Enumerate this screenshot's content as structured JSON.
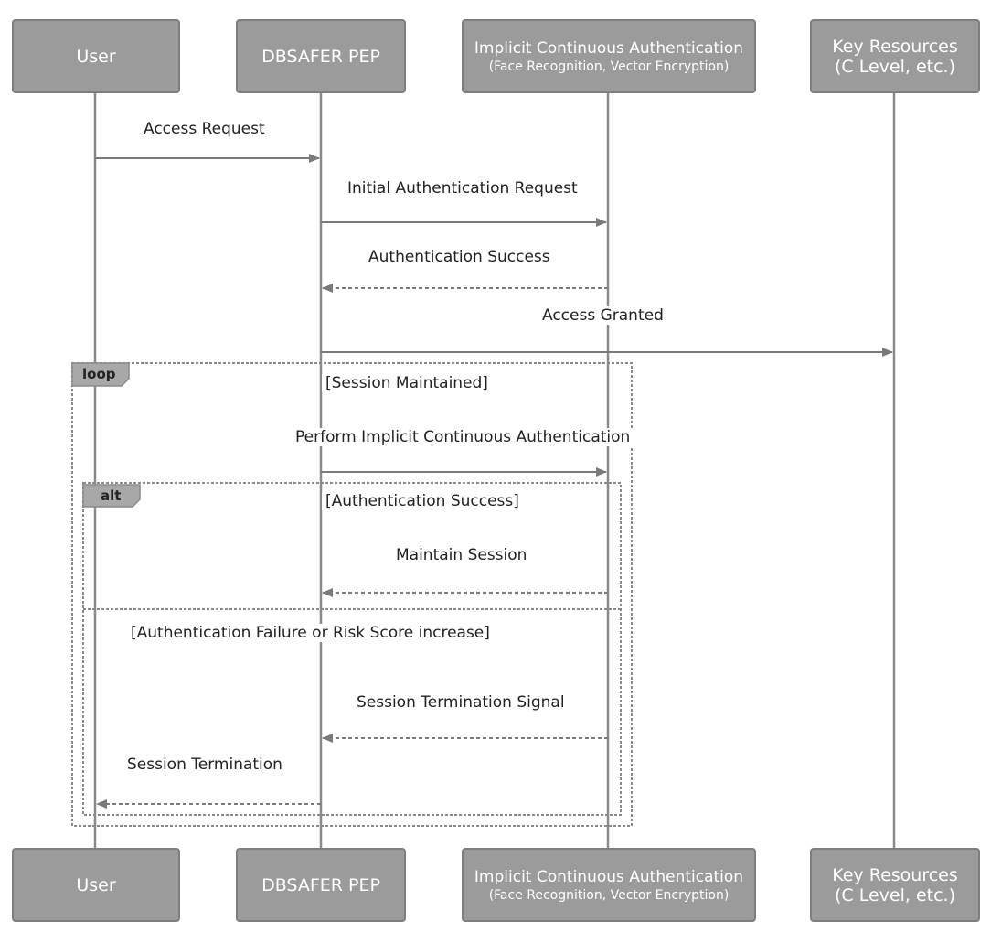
{
  "actors": {
    "user": {
      "title": "User",
      "subtitle": ""
    },
    "pep": {
      "title": "DBSAFER PEP",
      "subtitle": ""
    },
    "ica": {
      "title": "Implicit Continuous Authentication",
      "subtitle": "(Face Recognition, Vector Encryption)"
    },
    "key": {
      "title": "Key Resources",
      "subtitle": "(C Level, etc.)"
    }
  },
  "messages": {
    "access_request": "Access Request",
    "initial_auth_request": "Initial Authentication Request",
    "auth_success": "Authentication Success",
    "access_granted": "Access Granted",
    "perform_ica": "Perform Implicit Continuous Authentication",
    "maintain_session": "Maintain Session",
    "session_termination_signal": "Session Termination Signal",
    "session_termination": "Session Termination"
  },
  "frames": {
    "loop": {
      "tag": "loop",
      "guard": "[Session Maintained]"
    },
    "alt": {
      "tag": "alt",
      "guard_success": "[Authentication Success]",
      "guard_failure": "[Authentication Failure or Risk Score increase]"
    }
  },
  "colors": {
    "lifeline": "#8a8a8a",
    "actor_fill": "#9b9b9b",
    "frame_border": "#8a8a8a",
    "arrow": "#7a7a7a"
  }
}
